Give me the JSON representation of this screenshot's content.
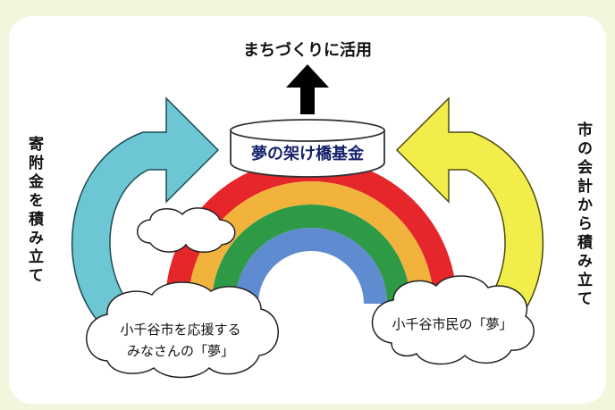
{
  "diagram": {
    "top_label": "まちづくりに活用",
    "fund_label": "夢の架け橋基金",
    "left_label": "寄附金を積み立て",
    "right_label": "市の会計から積み立て",
    "left_cloud": [
      "小千谷市を応援する",
      "みなさんの「夢」"
    ],
    "right_cloud": "小千谷市民の「夢」"
  },
  "colors": {
    "background": "#f3f5dc",
    "panel": "#ffffff",
    "left_arrow": "#6cc6d3",
    "right_arrow": "#f1ee4b",
    "fund_text": "#17236b",
    "rainbow": [
      "#e5262b",
      "#f2b33d",
      "#2e9a45",
      "#5f8bd0"
    ]
  },
  "icons": [
    "up-arrow-icon",
    "curved-arrow-icon",
    "cloud-icon",
    "rainbow-icon",
    "drum-icon"
  ]
}
